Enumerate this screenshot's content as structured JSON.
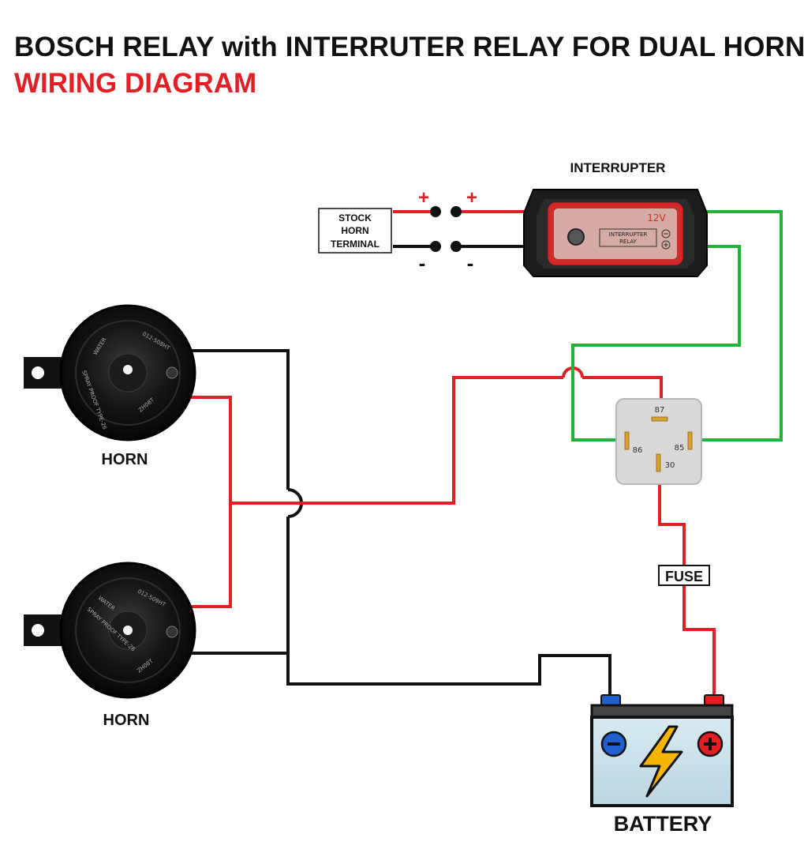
{
  "title": "BOSCH RELAY with INTERRUTER RELAY FOR DUAL HORN",
  "subtitle": "WIRING DIAGRAM",
  "interrupter": {
    "label": "INTERRUPTER",
    "voltage": "12V",
    "device_text_line1": "INTERRUPTER",
    "device_text_line2": "RELAY"
  },
  "stock_horn_terminal": {
    "line1": "STOCK",
    "line2": "HORN",
    "line3": "TERMINAL"
  },
  "polarity": {
    "plus": "+",
    "minus": "-"
  },
  "relay": {
    "pin87": "87",
    "pin86": "86",
    "pin85": "85",
    "pin30": "30"
  },
  "fuse_label": "FUSE",
  "horn_top_label": "HORN",
  "horn_bottom_label": "HORN",
  "horn_body_text": {
    "water": "WATER",
    "spray": "SPRAY PROOF TYPE-26",
    "model_top": "012-508HT",
    "model_bottom": "012-509HT",
    "code": "ZH08T"
  },
  "battery_label": "BATTERY",
  "colors": {
    "positive_wire": "#e31e24",
    "ground_wire": "#111111",
    "control_wire": "#22b43a",
    "title_accent": "#e31e24",
    "battery_case": "#cfe3ec",
    "relay_body": "#d9d9d9"
  }
}
